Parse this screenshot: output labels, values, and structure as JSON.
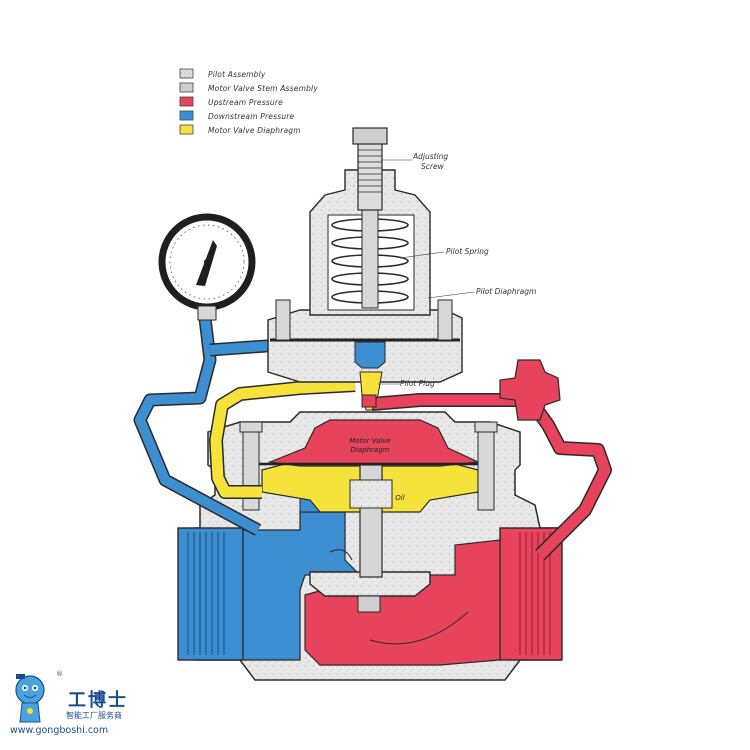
{
  "legend": [
    {
      "label": "Pilot Assembly",
      "color": "#e6e6e6"
    },
    {
      "label": "Motor Valve Stem Assembly",
      "color": "#cfcfcf"
    },
    {
      "label": "Upstream Pressure",
      "color": "#e8435c"
    },
    {
      "label": "Downstream Pressure",
      "color": "#3d8fd1"
    },
    {
      "label": "Motor Valve Diaphragm",
      "color": "#f5e23a"
    }
  ],
  "callouts": {
    "adjusting_screw_1": "Adjusting",
    "adjusting_screw_2": "Screw",
    "pilot_spring": "Pilot Spring",
    "pilot_diaphragm": "Pilot Diaphragm",
    "pilot_plug": "Pilot Plug",
    "motor_valve_diaphragm_1": "Motor Valve",
    "motor_valve_diaphragm_2": "Diaphragm",
    "oil": "Oil"
  },
  "colors": {
    "upstream": "#e8435c",
    "downstream": "#3d8fd1",
    "diaphragm": "#f5e23a",
    "body": "#e8e8e8",
    "outline": "#2a2a2a"
  },
  "brand": {
    "name": "工博士",
    "tagline": "智能工厂服务商",
    "url": "www.gongboshi.com",
    "reg": "®"
  }
}
